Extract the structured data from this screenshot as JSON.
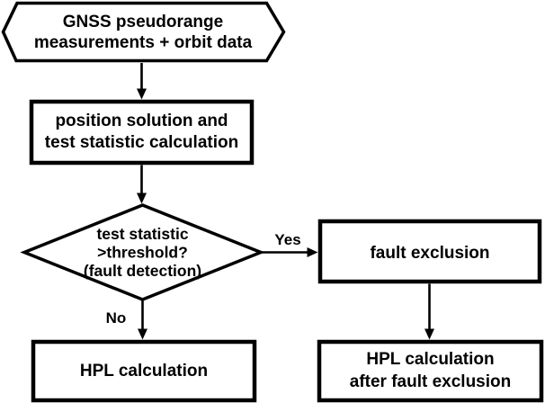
{
  "colors": {
    "background": "#ffffff",
    "ink": "#000000"
  },
  "nodes": {
    "input": {
      "type": "hexagon-io",
      "line1": "GNSS pseudorange",
      "line2": "measurements + orbit data"
    },
    "process": {
      "type": "process-rect",
      "line1": "position solution and",
      "line2": "test statistic calculation"
    },
    "decision": {
      "type": "decision-diamond",
      "line1": "test statistic",
      "line2": ">threshold?",
      "line3": "(fault detection)"
    },
    "fault_exclusion": {
      "type": "process-rect",
      "line1": "fault exclusion"
    },
    "hpl": {
      "type": "process-rect",
      "line1": "HPL calculation"
    },
    "hpl_after": {
      "type": "process-rect",
      "line1": "HPL calculation",
      "line2": "after fault exclusion"
    }
  },
  "edge_labels": {
    "yes": "Yes",
    "no": "No"
  },
  "flow": [
    {
      "from": "input",
      "to": "process",
      "label": ""
    },
    {
      "from": "process",
      "to": "decision",
      "label": ""
    },
    {
      "from": "decision",
      "to": "fault_exclusion",
      "label": "Yes"
    },
    {
      "from": "decision",
      "to": "hpl",
      "label": "No"
    },
    {
      "from": "fault_exclusion",
      "to": "hpl_after",
      "label": ""
    }
  ]
}
